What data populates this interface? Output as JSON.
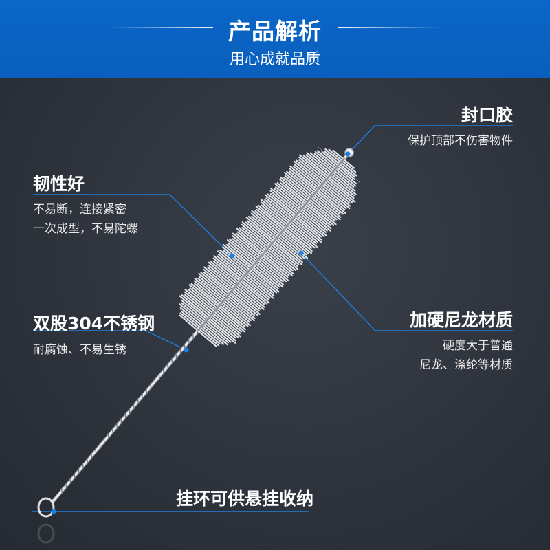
{
  "header": {
    "title": "产品解析",
    "subtitle": "用心成就品质"
  },
  "callouts": {
    "seal": {
      "title": "封口胶",
      "desc": "保护顶部不伤害物件"
    },
    "tough": {
      "title": "韧性好",
      "desc_line1": "不易断，连接紧密",
      "desc_line2": "一次成型，不易陀螺"
    },
    "nylon": {
      "title": "加硬尼龙材质",
      "desc_line1": "硬度大于普通",
      "desc_line2": "尼龙、涤纶等材质"
    },
    "wire": {
      "title": "双股304不锈钢",
      "desc": "耐腐蚀、不易生锈"
    },
    "loop": {
      "title": "挂环可供悬挂收纳"
    }
  },
  "colors": {
    "header_blue": "#0a66c8",
    "background": "#2f343d",
    "leader_line": "#1e7fe0",
    "bristle": "#ffffff"
  },
  "icons": [
    "brush-product-image"
  ]
}
